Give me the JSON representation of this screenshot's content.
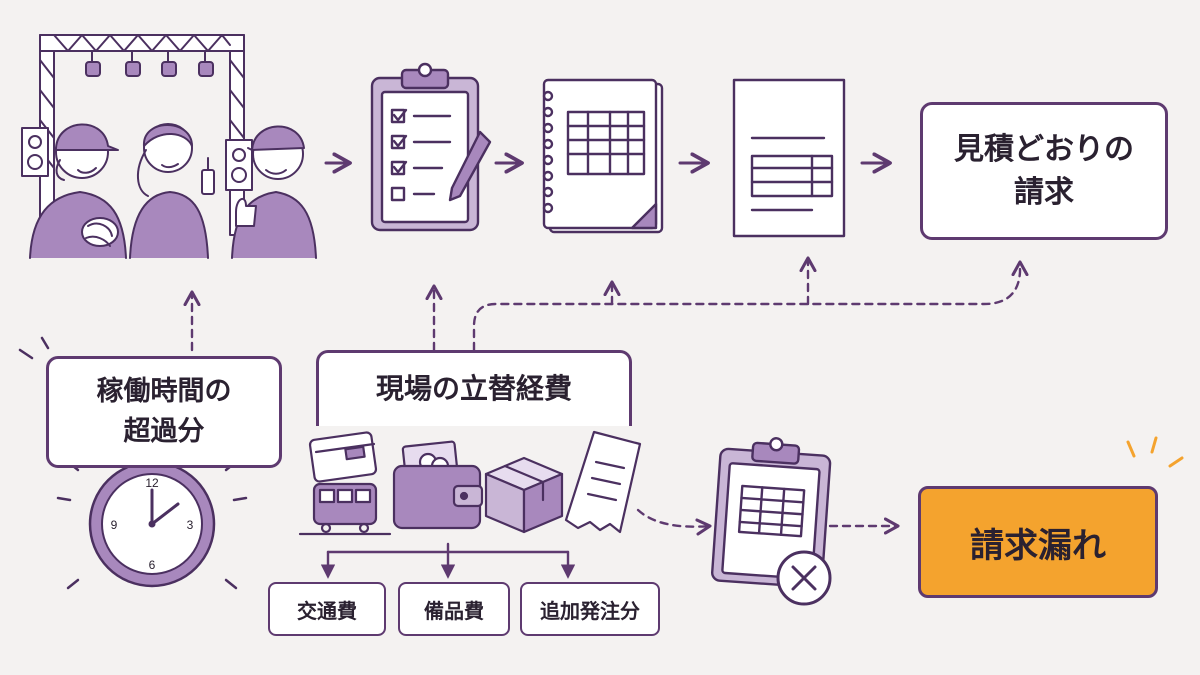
{
  "nodes": {
    "estimate_billing": "見積どおりの\n請求",
    "overtime": "稼働時間の\n超過分",
    "advance_expenses": "現場の立替経費",
    "transport": "交通費",
    "supplies": "備品費",
    "additional_order": "追加発注分",
    "billing_omission": "請求漏れ"
  },
  "clock": {
    "n12": "12",
    "n3": "3",
    "n6": "6",
    "n9": "9"
  },
  "colors": {
    "ink": "#5e3a70",
    "fill": "#a888bd",
    "accent": "#f4a32e",
    "text": "#2a2130",
    "background": "#f4f2f1"
  },
  "icons": [
    "event-staff-stage-icon",
    "checklist-clipboard-icon",
    "spiral-notebook-table-icon",
    "invoice-document-icon",
    "clock-icon",
    "ic-card-train-icon",
    "wallet-cash-icon",
    "cardboard-box-icon",
    "receipt-icon",
    "clipboard-invoice-icon",
    "x-mark-icon"
  ]
}
